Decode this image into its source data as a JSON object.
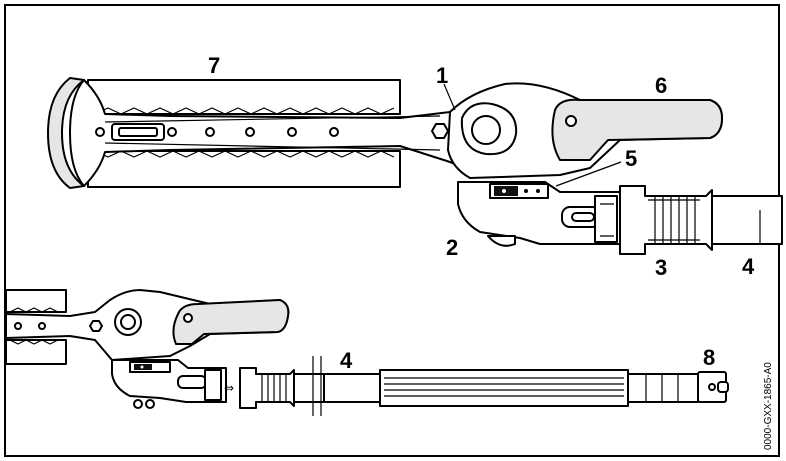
{
  "figure": {
    "callouts": {
      "c1": "1",
      "c2": "2",
      "c3": "3",
      "c4_top": "4",
      "c5": "5",
      "c6": "6",
      "c7": "7",
      "c4_bottom": "4",
      "c8": "8"
    },
    "direction_glyph": "⇔",
    "document_id": "0000-GXX-1865-A0"
  }
}
